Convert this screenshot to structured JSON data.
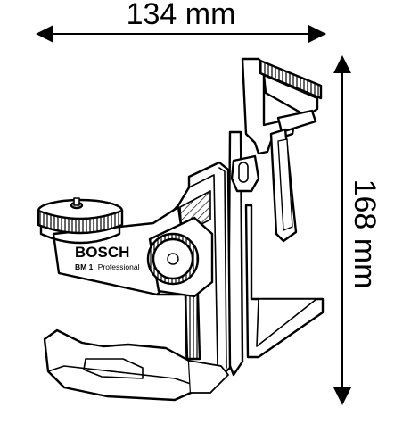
{
  "dimensions": {
    "width_label": "134 mm",
    "height_label": "168 mm"
  },
  "product": {
    "brand": "BOSCH",
    "model_code": "BM 1",
    "model_suffix": "Professional"
  },
  "colors": {
    "line": "#000000",
    "background": "#ffffff",
    "shade": "#d9d9d9"
  }
}
